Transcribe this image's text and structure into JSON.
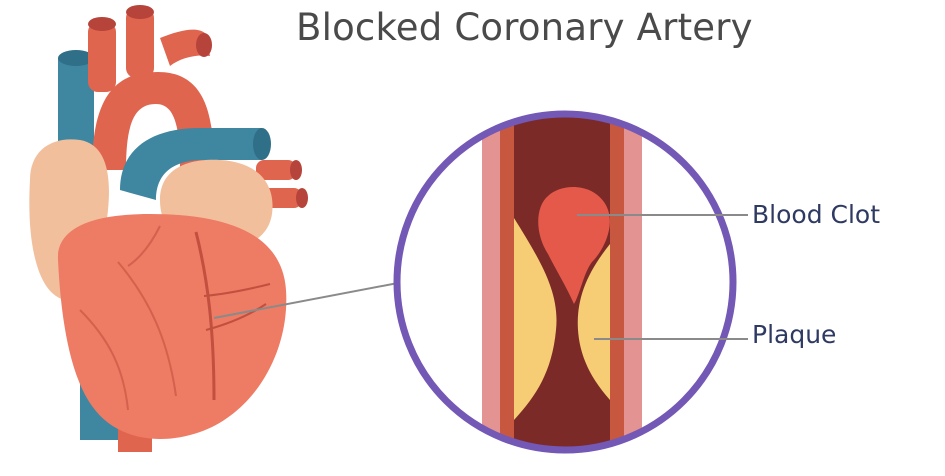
{
  "title": "Blocked Coronary Artery",
  "labels": {
    "clot": "Blood Clot",
    "plaque": "Plaque"
  },
  "colors": {
    "title_text": "#4a4a4a",
    "label_text": "#2f3a63",
    "ring": "#7358b5",
    "heart": "#ee7b63",
    "vessel_blue": "#3f86a0",
    "artery_wall": "#e39391",
    "blood_dark": "#7b2a28",
    "clot": "#e5594a",
    "plaque": "#f6cc74"
  },
  "icons": {
    "illustration": "heart-illustration-icon",
    "inset": "artery-cross-section-icon"
  }
}
